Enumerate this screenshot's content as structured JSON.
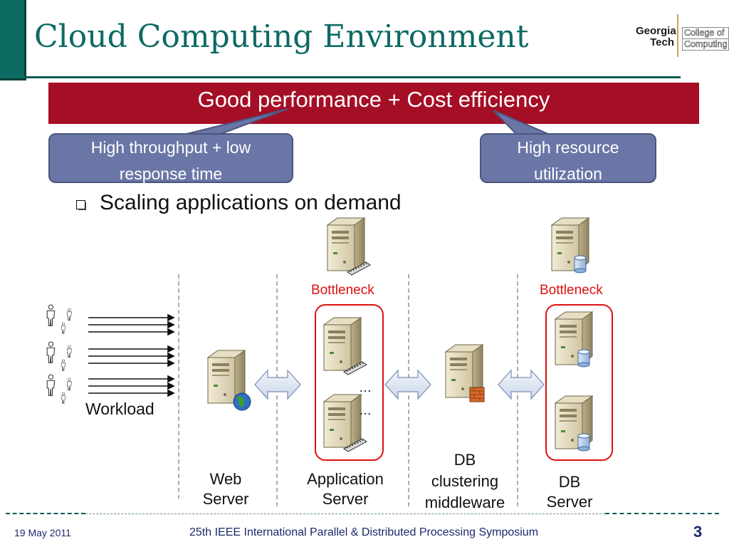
{
  "slide": {
    "title": "Cloud Computing Environment",
    "banner": "Good performance + Cost efficiency",
    "callouts": {
      "left": [
        "High throughput + low",
        "response time"
      ],
      "right": [
        "High resource",
        "utilization"
      ]
    },
    "bullet": "Scaling applications on demand"
  },
  "logo": {
    "gt_line1": "Georgia",
    "gt_line2": "Tech",
    "college_line1": "College of",
    "college_line2": "Computing"
  },
  "diagram": {
    "workload_label": "Workload",
    "tiers": {
      "web": [
        "Web",
        "Server"
      ],
      "app": [
        "Application",
        "Server"
      ],
      "middleware": [
        "DB",
        "clustering",
        "middleware"
      ],
      "db": [
        "DB",
        "Server"
      ]
    },
    "bottleneck_app": "Bottleneck",
    "bottleneck_db": "Bottleneck",
    "ellipsis_1": "…",
    "ellipsis_2": "…"
  },
  "footer": {
    "date": "19 May 2011",
    "event": "25th IEEE International Parallel & Distributed Processing Symposium",
    "page": "3"
  },
  "colors": {
    "title": "#0e6a63",
    "banner": "#a50f26",
    "callout": "#6a76a6",
    "bottleneck": "#e01010",
    "footer_text": "#1a2a6a"
  }
}
